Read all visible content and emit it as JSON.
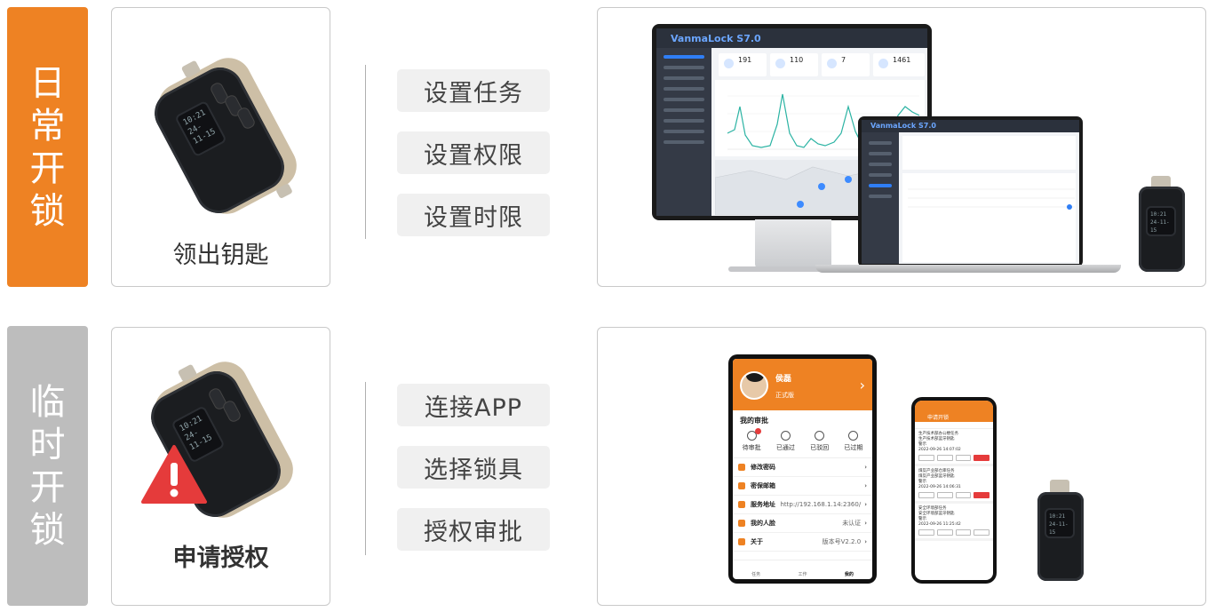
{
  "sections": [
    {
      "tab_label": [
        "日",
        "常",
        "开",
        "锁"
      ],
      "tab_color": "#ee8223",
      "key_caption": "领出钥匙",
      "steps": [
        "设置任务",
        "设置权限",
        "设置时限"
      ]
    },
    {
      "tab_label": [
        "临",
        "时",
        "开",
        "锁"
      ],
      "tab_color": "#bdbdbd",
      "key_caption": "申请授权",
      "steps": [
        "连接APP",
        "选择锁具",
        "授权审批"
      ]
    }
  ],
  "desktop_app": {
    "title": "VanmaLock S7.0",
    "stats": [
      "191",
      "110",
      "7",
      "1461"
    ]
  },
  "laptop_app": {
    "title": "VanmaLock S7.0"
  },
  "key_screen_1": {
    "line1": "10:21",
    "line2": "24-11-15"
  },
  "key_screen_2": {
    "line1": "10:21",
    "line2": "24-11-15"
  },
  "tablet_app": {
    "user_name": "侯磊",
    "user_status": "正式版",
    "section_title": "我的审批",
    "quick_items": [
      "待审批",
      "已通过",
      "已驳回",
      "已过期"
    ],
    "menu": [
      {
        "label": "修改密码",
        "value": ""
      },
      {
        "label": "密保邮箱",
        "value": ""
      },
      {
        "label": "服务地址",
        "value": "http://192.168.1.14:2360/"
      },
      {
        "label": "我的人脸",
        "value": "未认证"
      },
      {
        "label": "关于",
        "value": "版本号V2.2.0"
      }
    ],
    "bottom_tabs": [
      "任务",
      "工作",
      "我的"
    ]
  },
  "phone_app": {
    "title": "申请开锁",
    "items": [
      {
        "line1": "生产技术部办公楼任务",
        "line2": "生产技术部蓝牙钥匙",
        "line3": "警示",
        "time": "2022-09-26 14:07:02"
      },
      {
        "line1": "煤炭产业部仓库任务",
        "line2": "煤炭产业部蓝牙钥匙",
        "line3": "警示",
        "time": "2022-09-26 14:06:31"
      },
      {
        "line1": "安全环境部任务",
        "line2": "安全环境部蓝牙钥匙",
        "line3": "警示",
        "time": "2022-09-26 11:25:42"
      }
    ]
  }
}
